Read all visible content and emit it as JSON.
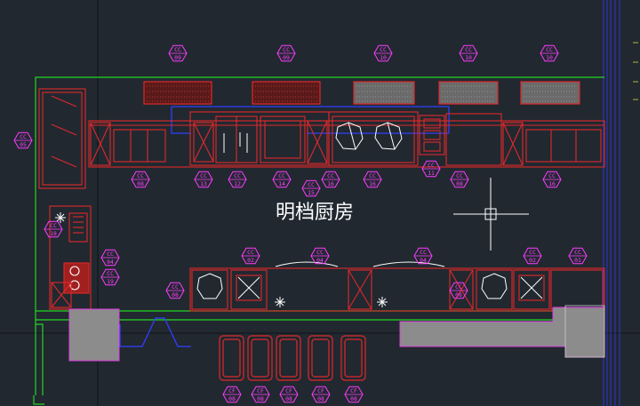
{
  "drawing": {
    "room_title": "明档厨房",
    "colors": {
      "background": "#212830",
      "wall": "#22d622",
      "equipment": "#e0282a",
      "tags": "#ff3cff",
      "plumbing": "#3040ff",
      "counter_fill": "#8c8c8c",
      "crosshair": "#ffffff"
    }
  },
  "tags": [
    {
      "name": "tag-top-1",
      "line1": "CC",
      "line2": "09"
    },
    {
      "name": "tag-top-2",
      "line1": "CC",
      "line2": "09"
    },
    {
      "name": "tag-top-3",
      "line1": "CC",
      "line2": "10"
    },
    {
      "name": "tag-top-4",
      "line1": "CC",
      "line2": "10"
    },
    {
      "name": "tag-top-5",
      "line1": "CC",
      "line2": "10"
    },
    {
      "name": "tag-left-fridge",
      "line1": "CC",
      "line2": "05"
    },
    {
      "name": "tag-row1-a",
      "line1": "CC",
      "line2": "08"
    },
    {
      "name": "tag-row1-b",
      "line1": "CC",
      "line2": "13"
    },
    {
      "name": "tag-row1-c",
      "line1": "CC",
      "line2": "12"
    },
    {
      "name": "tag-row1-d",
      "line1": "CC",
      "line2": "14"
    },
    {
      "name": "tag-row1-e",
      "line1": "CC",
      "line2": "15"
    },
    {
      "name": "tag-row1-f",
      "line1": "CC",
      "line2": "16"
    },
    {
      "name": "tag-row1-g",
      "line1": "CC",
      "line2": "16"
    },
    {
      "name": "tag-row1-h",
      "line1": "CC",
      "line2": "11"
    },
    {
      "name": "tag-row1-i",
      "line1": "CC",
      "line2": "08"
    },
    {
      "name": "tag-center",
      "line1": "CC",
      "line2": "16"
    },
    {
      "name": "tag-side-1",
      "line1": "CC",
      "line2": "18"
    },
    {
      "name": "tag-side-2",
      "line1": "CC",
      "line2": "04"
    },
    {
      "name": "tag-side-3",
      "line1": "CC",
      "line2": "19"
    },
    {
      "name": "tag-bot-left",
      "line1": "CC",
      "line2": "08"
    },
    {
      "name": "tag-bot-1",
      "line1": "CC",
      "line2": "02"
    },
    {
      "name": "tag-bot-2",
      "line1": "CC",
      "line2": "04"
    },
    {
      "name": "tag-bot-3",
      "line1": "CC",
      "line2": "04"
    },
    {
      "name": "tag-bot-mid",
      "line1": "CC",
      "line2": "08"
    },
    {
      "name": "tag-bot-4",
      "line1": "CC",
      "line2": "02"
    },
    {
      "name": "tag-bot-5",
      "line1": "CC",
      "line2": "01"
    },
    {
      "name": "tag-chair-1",
      "line1": "CF",
      "line2": "08"
    },
    {
      "name": "tag-chair-2",
      "line1": "CF",
      "line2": "08"
    },
    {
      "name": "tag-chair-3",
      "line1": "CF",
      "line2": "08"
    },
    {
      "name": "tag-chair-4",
      "line1": "CF",
      "line2": "08"
    },
    {
      "name": "tag-chair-5",
      "line1": "CF",
      "line2": "08"
    }
  ]
}
